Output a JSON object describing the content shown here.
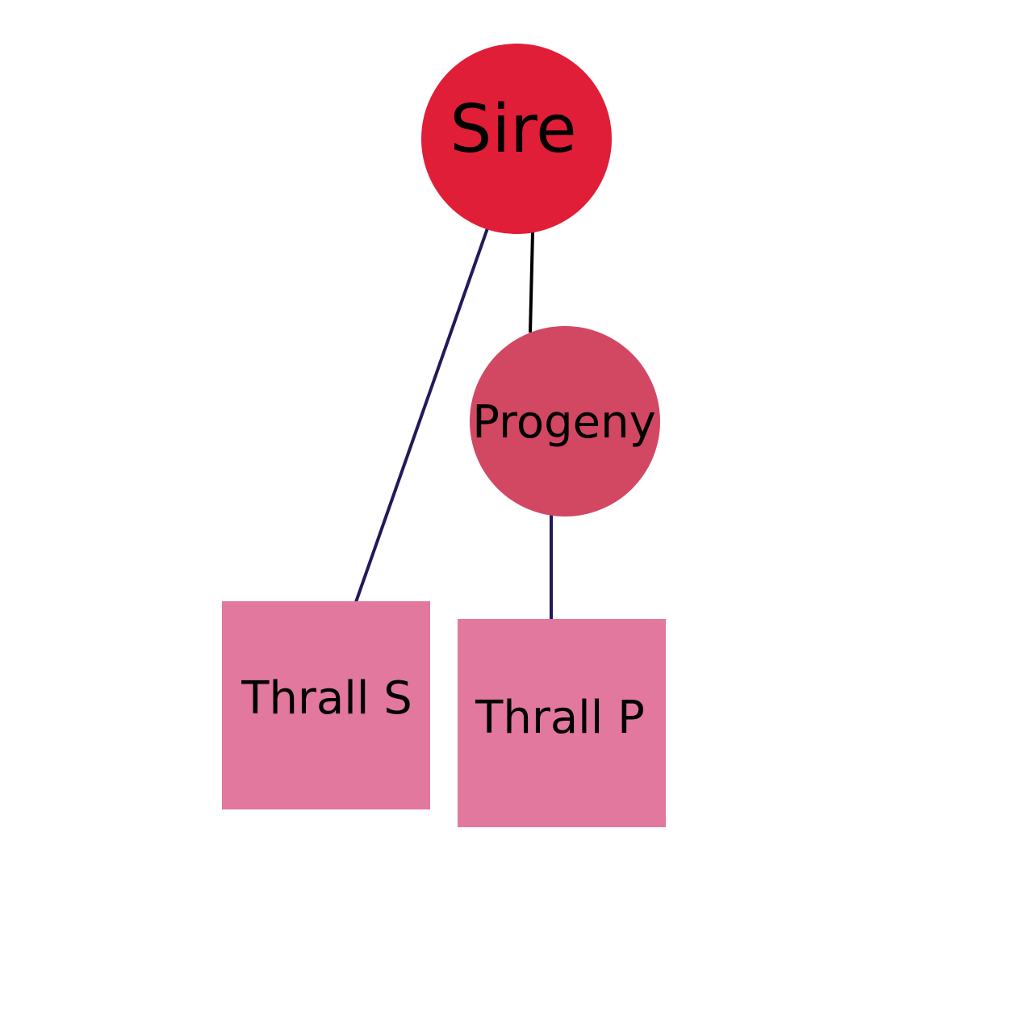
{
  "nodes": {
    "sire": {
      "label": "Sire",
      "color": "#e01e38"
    },
    "progeny": {
      "label": "Progeny",
      "color": "#d24862"
    },
    "thrall_s": {
      "label": "Thrall S",
      "color": "#e2789e"
    },
    "thrall_p": {
      "label": "Thrall P",
      "color": "#e2789e"
    }
  },
  "edges": [
    {
      "from": "Sire",
      "to": "Progeny",
      "color": "#000000"
    },
    {
      "from": "Sire",
      "to": "Thrall S",
      "color": "#221a5a"
    },
    {
      "from": "Progeny",
      "to": "Thrall P",
      "color": "#221a5a"
    }
  ]
}
